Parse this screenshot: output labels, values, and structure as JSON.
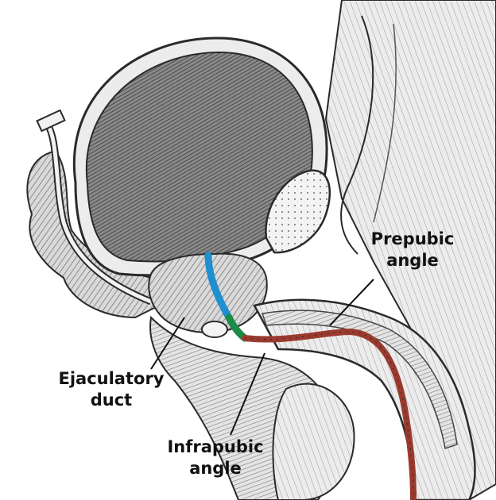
{
  "labels": {
    "prepubic": {
      "line1": "Prepubic",
      "line2": "angle"
    },
    "ejaculatory": {
      "line1": "Ejaculatory",
      "line2": "duct"
    },
    "infrapubic": {
      "line1": "Infrapubic",
      "line2": "angle"
    }
  },
  "colors": {
    "prostatic_urethra": "#1f8fd0",
    "membranous_urethra": "#1e8a48",
    "spongy_urethra": "#9a3a2e",
    "ink": "#2a2a2a"
  }
}
